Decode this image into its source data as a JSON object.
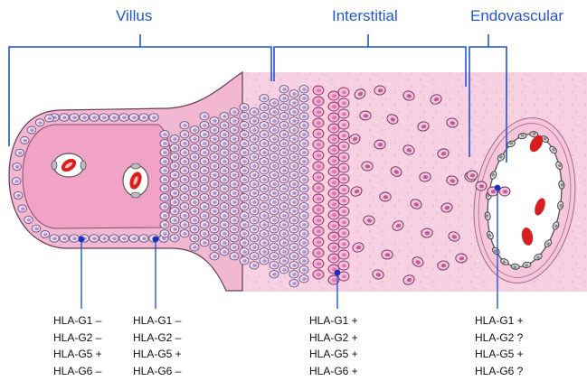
{
  "titles": {
    "villus": "Villus",
    "interstitial": "Interstitial",
    "endovascular": "Endovascular"
  },
  "colors": {
    "accent": "#1f57d6",
    "tissue_pink": "#f6c9de",
    "villus_core": "#f0a3c6",
    "cell_lilac": "#e9dff2",
    "cell_magenta": "#e07ab5",
    "red_blood_cell": "#d81f1f"
  },
  "marker_columns": [
    {
      "id": "villus-cytotrophoblast",
      "lines": [
        "HLA-G1 –",
        "HLA-G2 –",
        "HLA-G5 +",
        "HLA-G6 –"
      ]
    },
    {
      "id": "villus-column",
      "lines": [
        "HLA-G1 –",
        "HLA-G2 –",
        "HLA-G5 +",
        "HLA-G6 –"
      ]
    },
    {
      "id": "interstitial",
      "lines": [
        "HLA-G1 +",
        "HLA-G2 +",
        "HLA-G5 +",
        "HLA-G6 +"
      ]
    },
    {
      "id": "endovascular",
      "lines": [
        "HLA-G1 +",
        "HLA-G2 ?",
        "HLA-G5 +",
        "HLA-G6 ?"
      ]
    }
  ]
}
